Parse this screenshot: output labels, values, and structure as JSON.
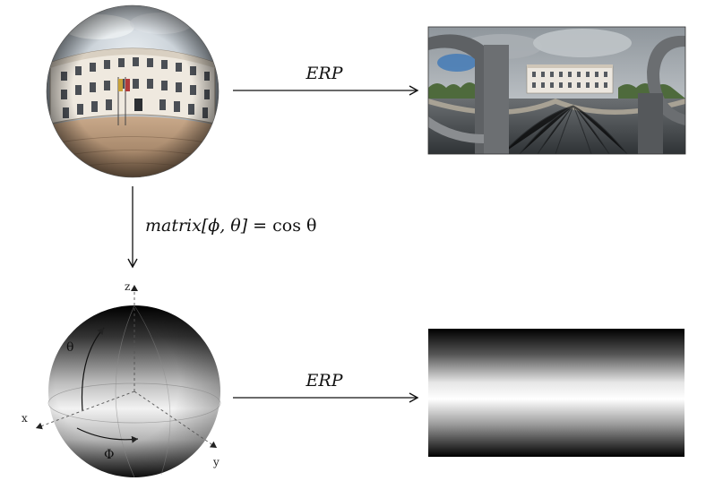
{
  "diagram": {
    "top_arrow_label": "ERP",
    "bottom_arrow_label": "ERP",
    "vertical_arrow_label": {
      "func": "matrix",
      "args": "[ϕ, θ]",
      "rhs": "= cos θ"
    },
    "axes": {
      "x": "x",
      "y": "y",
      "z": "z"
    },
    "angles": {
      "theta": "θ",
      "phi": "Φ"
    }
  }
}
